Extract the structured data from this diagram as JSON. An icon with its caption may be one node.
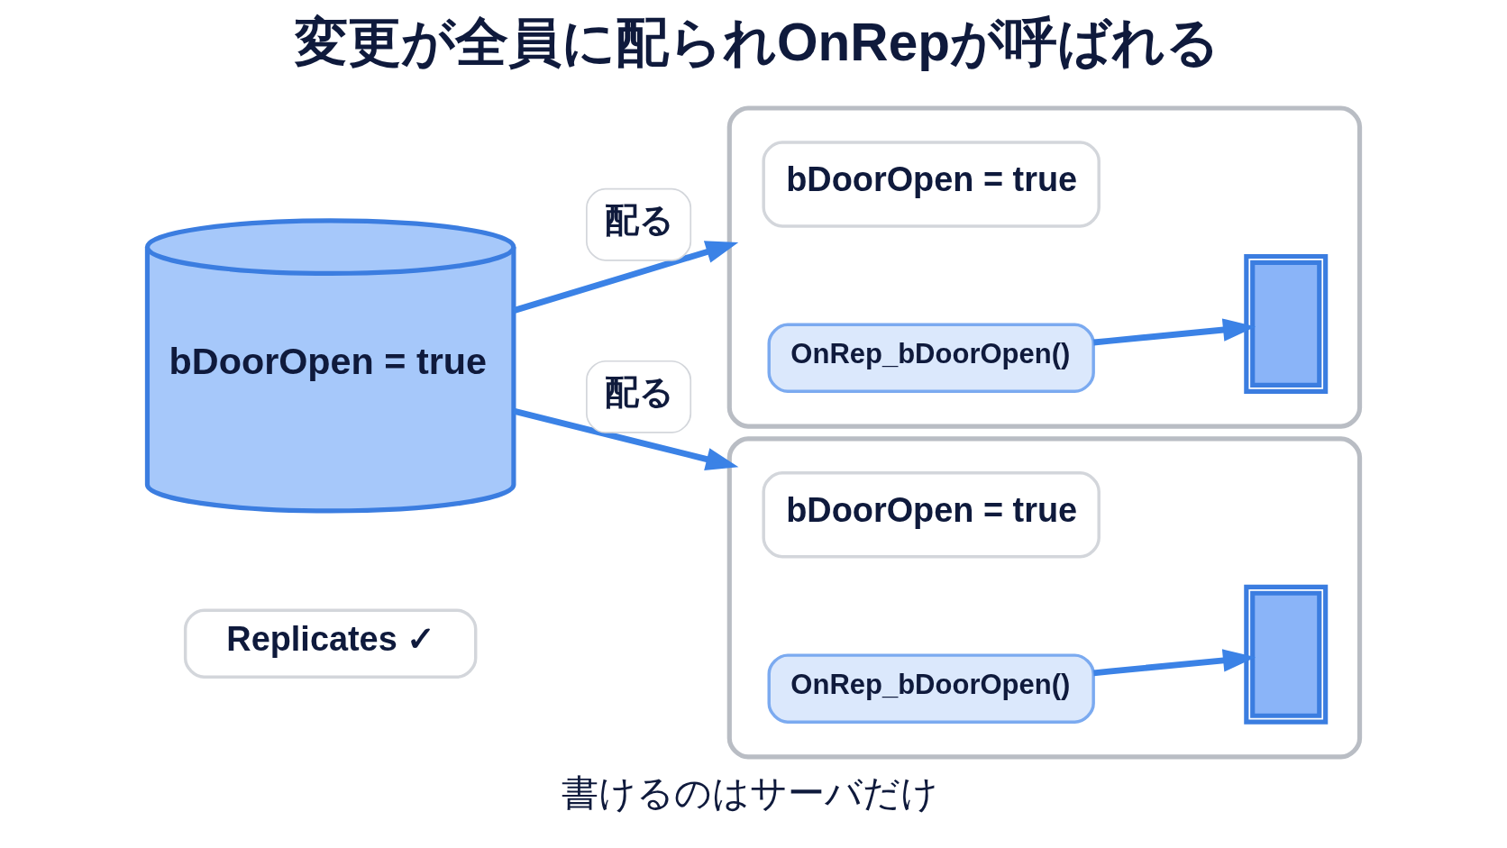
{
  "diagram": {
    "title": "変更が全員に配られOnRepが呼ばれる",
    "caption": "書けるのはサーバだけ",
    "nodes": [
      {
        "text": [
          "bDoorOpen = true"
        ]
      },
      {
        "text": [
          "Replicates ✓"
        ]
      },
      {
        "text": [],
        "shape": "monitor"
      },
      {
        "text": [
          "bDoorOpen = true"
        ],
        "in": 2
      },
      {
        "text": [
          "OnRep_bDoorOpen()"
        ],
        "in": 2
      },
      {
        "text": [],
        "shape": "picture",
        "in": 2
      },
      {
        "text": [],
        "shape": "monitor"
      },
      {
        "text": [
          "bDoorOpen = true"
        ],
        "in": 6
      },
      {
        "text": [
          "OnRep_bDoorOpen()"
        ],
        "in": 6
      },
      {
        "text": [],
        "shape": "picture",
        "in": 6
      }
    ],
    "edges": [
      {
        "from": 0,
        "to": 2,
        "arrow": "to",
        "label": "配る"
      },
      {
        "from": 0,
        "to": 6,
        "arrow": "to",
        "label": "配る"
      },
      {
        "from": 4,
        "to": 5,
        "arrow": "to"
      },
      {
        "from": 8,
        "to": 9,
        "arrow": "to"
      }
    ]
  }
}
